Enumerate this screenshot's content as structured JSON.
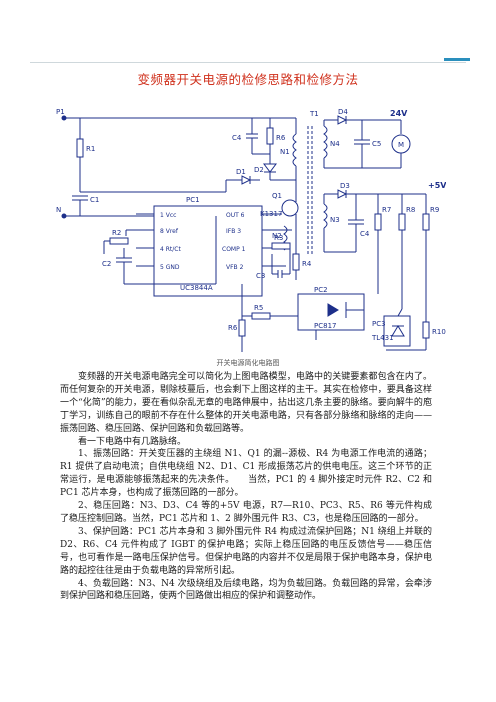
{
  "document": {
    "title": "变频器开关电源的检修思路和检修方法",
    "diagram_caption": "开关电源简化电路图",
    "paragraphs": [
      "变频器的开关电源电路完全可以简化为上图电路模型，电路中的关键要素都包含在内了。而任何复杂的开关电源，剔除枝蔓后，也会剩下上图这样的主干。其实在检修中，要具备这样一个“化简”的能力，要在看似杂乱无章的电路伸展中，拈出这几条主要的脉络。要向解牛的庖丁学习，训练自己的眼前不存在什么整体的开关电源电路，只有各部分脉络和脉络的走向——振荡回路、稳压回路、保护回路和负载回路等。",
      "看一下电路中有几路脉络。",
      "1、振荡回路：开关变压器的主绕组 N1、Q1 的漏--源极、R4 为电源工作电流的通路；R1 提供了启动电流；自供电绕组 N2、D1、C1 形成振荡芯片的供电电压。这三个环节的正常运行，是电源能够振荡起来的先决条件。　　当然，PC1 的 4 脚外接定时元件 R2、C2 和 PC1 芯片本身，也构成了振荡回路的一部分。",
      "2、稳压回路：N3、D3、C4 等的+5V 电源，R7—R10、PC3、R5、R6 等元件构成了稳压控制回路。当然，PC1 芯片和 1、2 脚外围元件 R3、C3，也是稳压回路的一部分。",
      "3、保护回路：PC1 芯片本身和 3 脚外围元件 R4 构成过流保护回路；N1 绕组上并联的 D2、R6、C4 元件构成了 IGBT 的保护电路；实际上稳压回路的电压反馈信号——稳压信号，也可看作是一路电压保护信号。但保护电路的内容并不仅是局限于保护电路本身，保护电路的起控往往是由于负载电路的异常所引起。",
      "4、负载回路：N3、N4 次级绕组及后续电路，均为负载回路。负载回路的异常，会牵涉到保护回路和稳压回路，使两个回路做出相应的保护和调整动作。"
    ]
  },
  "circuit": {
    "labels": {
      "p1": "P1",
      "n": "N",
      "r1": "R1",
      "c1": "C1",
      "c4": "C4",
      "r6": "R6",
      "t1": "T1",
      "n1": "N1",
      "n2": "N2",
      "n3": "N3",
      "n4": "N4",
      "d1": "D1",
      "d2": "D2",
      "d3": "D3",
      "d4": "D4",
      "q1": "Q1",
      "q1_part": "K1317",
      "c5": "C5",
      "v24": "24V",
      "m": "M",
      "v5": "+5V",
      "c4b": "C4",
      "r7": "R7",
      "r8": "R8",
      "r9": "R9",
      "r10": "R10",
      "pc1": "PC1",
      "pin1": "1 Vcc",
      "pin2": "8 Vref",
      "pin3": "4 Rt/Ct",
      "pin4": "5 GND",
      "pin5": "OUT 6",
      "pin6": "IFB 3",
      "pin7": "COMP 1",
      "pin8": "VFB 2",
      "chip": "UC3844A",
      "r2": "R2",
      "c2": "C2",
      "r3": "R3",
      "c3": "C3",
      "r4": "R4",
      "pc2": "PC2",
      "pc2_part": "PC817",
      "r5": "R5",
      "r6b": "R6",
      "pc3": "PC3",
      "pc3_part": "TL431"
    }
  },
  "colors": {
    "title": "#d0321e",
    "wire": "#1d2f8a",
    "accent": "#2a8fbd"
  }
}
